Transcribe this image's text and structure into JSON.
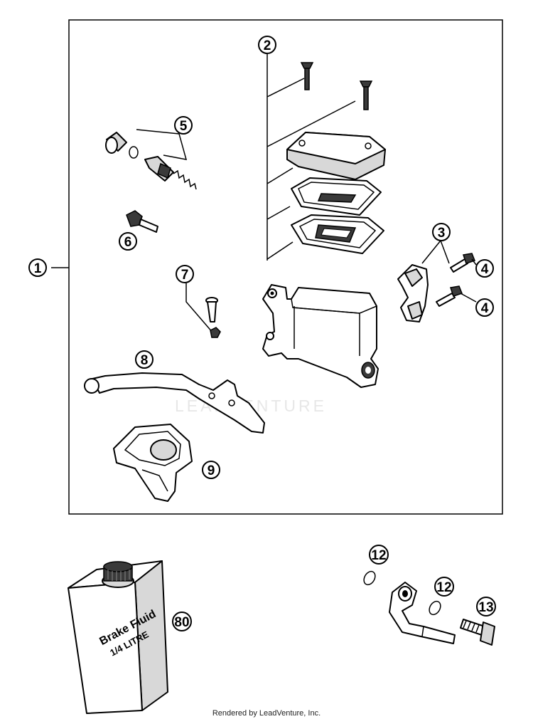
{
  "callouts": {
    "c1": "1",
    "c2": "2",
    "c3": "3",
    "c4a": "4",
    "c4b": "4",
    "c5": "5",
    "c6": "6",
    "c7": "7",
    "c8": "8",
    "c9": "9",
    "c12a": "12",
    "c12b": "12",
    "c13": "13",
    "c80": "80"
  },
  "brake_fluid": {
    "line1": "Brake Fluid",
    "line2": "1/4 LITRE"
  },
  "watermark": "LEADVENTURE",
  "footer": "Rendered by LeadVenture, Inc."
}
